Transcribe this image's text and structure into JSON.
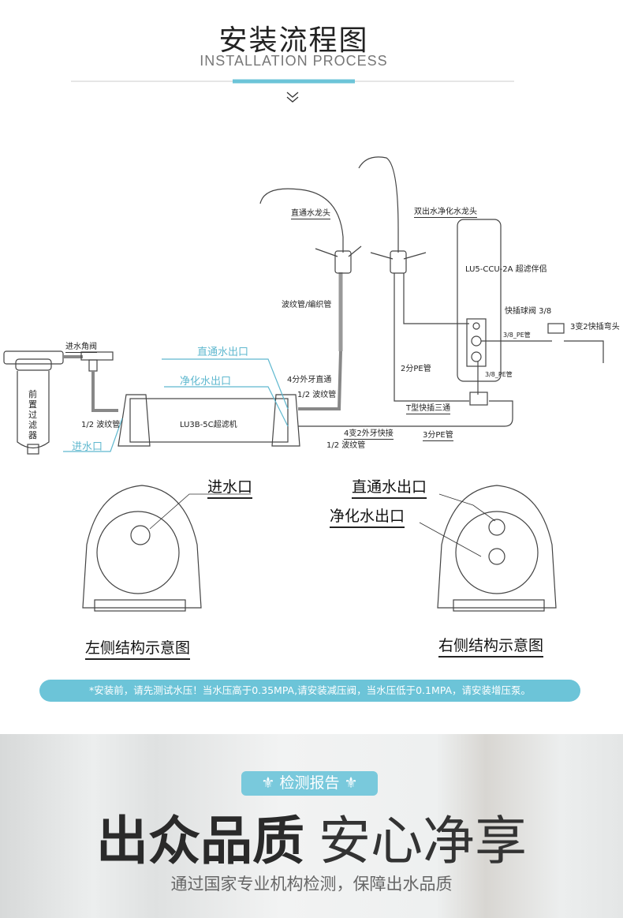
{
  "header": {
    "title": "安装流程图",
    "subtitle": "INSTALLATION PROCESS",
    "accent": "#6cc4d8"
  },
  "diagram": {
    "labels": {
      "faucet_direct": "直通水龙头",
      "faucet_dual": "双出水净化水龙头",
      "companion": "LU5-CCU-2A 超滤伴侣",
      "hose_braided": "波纹管/编织管",
      "ball_valve": "快插球阀 3/8",
      "elbow": "3变2快插弯头",
      "pe_38_a": "3/8_PE管",
      "pe_38_b": "3/8_PE管",
      "angle_valve": "进水角阀",
      "direct_outlet": "直通水出口",
      "pe_2": "2分PE管",
      "pure_outlet": "净化水出口",
      "straight_4": "4分外牙直通",
      "bellows_a": "1/2 波纹管",
      "tee": "T型快插三通",
      "bellows_b": "1/2 波纹管",
      "main_unit": "LU3B-5C超滤机",
      "adapter": "4变2外牙快接",
      "pe_3": "3分PE管",
      "inlet": "进水口",
      "bellows_c": "1/2 波纹管",
      "prefilter": "前置过滤器"
    },
    "side_views": {
      "left_inlet": "进水口",
      "right_direct": "直通水出口",
      "right_pure": "净化水出口",
      "left_caption": "左侧结构示意图",
      "right_caption": "右侧结构示意图"
    }
  },
  "notice": "*安装前，请先测试水压！当水压高于0.35MPA,请安装减压阀，当水压低于0.1MPA，请安装增压泵。",
  "report": {
    "badge": "检测报告",
    "headline_bold": "出众品质",
    "headline_light": "安心净享",
    "tagline": "通过国家专业机构检测，保障出水品质"
  }
}
